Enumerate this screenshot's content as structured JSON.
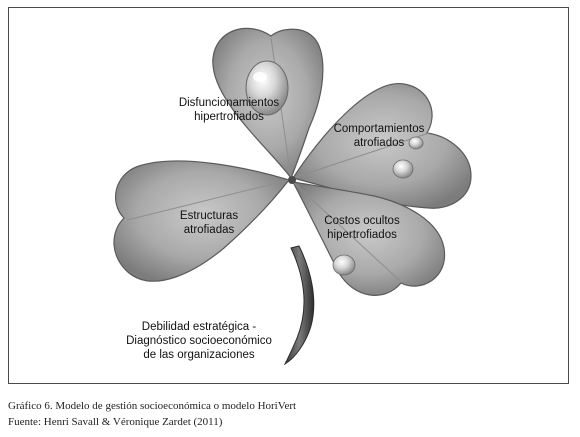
{
  "diagram": {
    "leaves": {
      "top": [
        "Disfuncionamientos",
        "hipertrofiados"
      ],
      "right": [
        "Comportamientos",
        "atrofiados"
      ],
      "left": [
        "Estructuras",
        "atrofiadas"
      ],
      "bottom": [
        "Costos ocultos",
        "hipertrofiados"
      ]
    },
    "stem_label": [
      "Debilidad estratégica -",
      "Diagnóstico socioeconómico",
      "de las organizaciones"
    ]
  },
  "caption": {
    "title": "Gráfico 6. Modelo de gestión socioeconómica o modelo HoriVert",
    "source": "Fuente: Henri Savall & Véronique Zardet (2011)"
  }
}
